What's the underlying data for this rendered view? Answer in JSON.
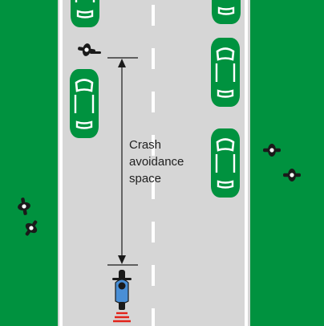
{
  "annotation": {
    "line1": "Crash",
    "line2": "avoidance",
    "line3": "space"
  },
  "colors": {
    "verge": "#00923f",
    "road": "#d6d6d6",
    "edge_line": "#ffffff",
    "lane_dash": "#ffffff",
    "car_body": "#00923f",
    "car_glass": "#ffffff",
    "dimension_line": "#1a1a1a",
    "rider_jacket": "#4a8fd6",
    "brake_light": "#e2231a",
    "pedestrian": "#1a1a1a"
  }
}
